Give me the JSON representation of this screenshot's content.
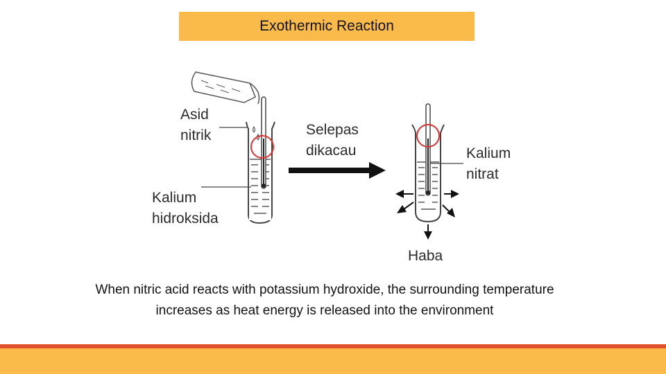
{
  "title": "Exothermic Reaction",
  "labels": {
    "acid_line1": "Asid",
    "acid_line2": "nitrik",
    "base_line1": "Kalium",
    "base_line2": "hidroksida",
    "step_line1": "Selepas",
    "step_line2": "dikacau",
    "product_line1": "Kalium",
    "product_line2": "nitrat",
    "heat": "Haba"
  },
  "caption": {
    "line1": "When nitric acid reacts with potassium hydroxide, the surrounding temperature",
    "line2": "increases as heat energy is released into the environment"
  },
  "colors": {
    "accent_yellow": "#fbbb4a",
    "accent_red": "#e0522b",
    "highlight_circle": "#e03030"
  }
}
